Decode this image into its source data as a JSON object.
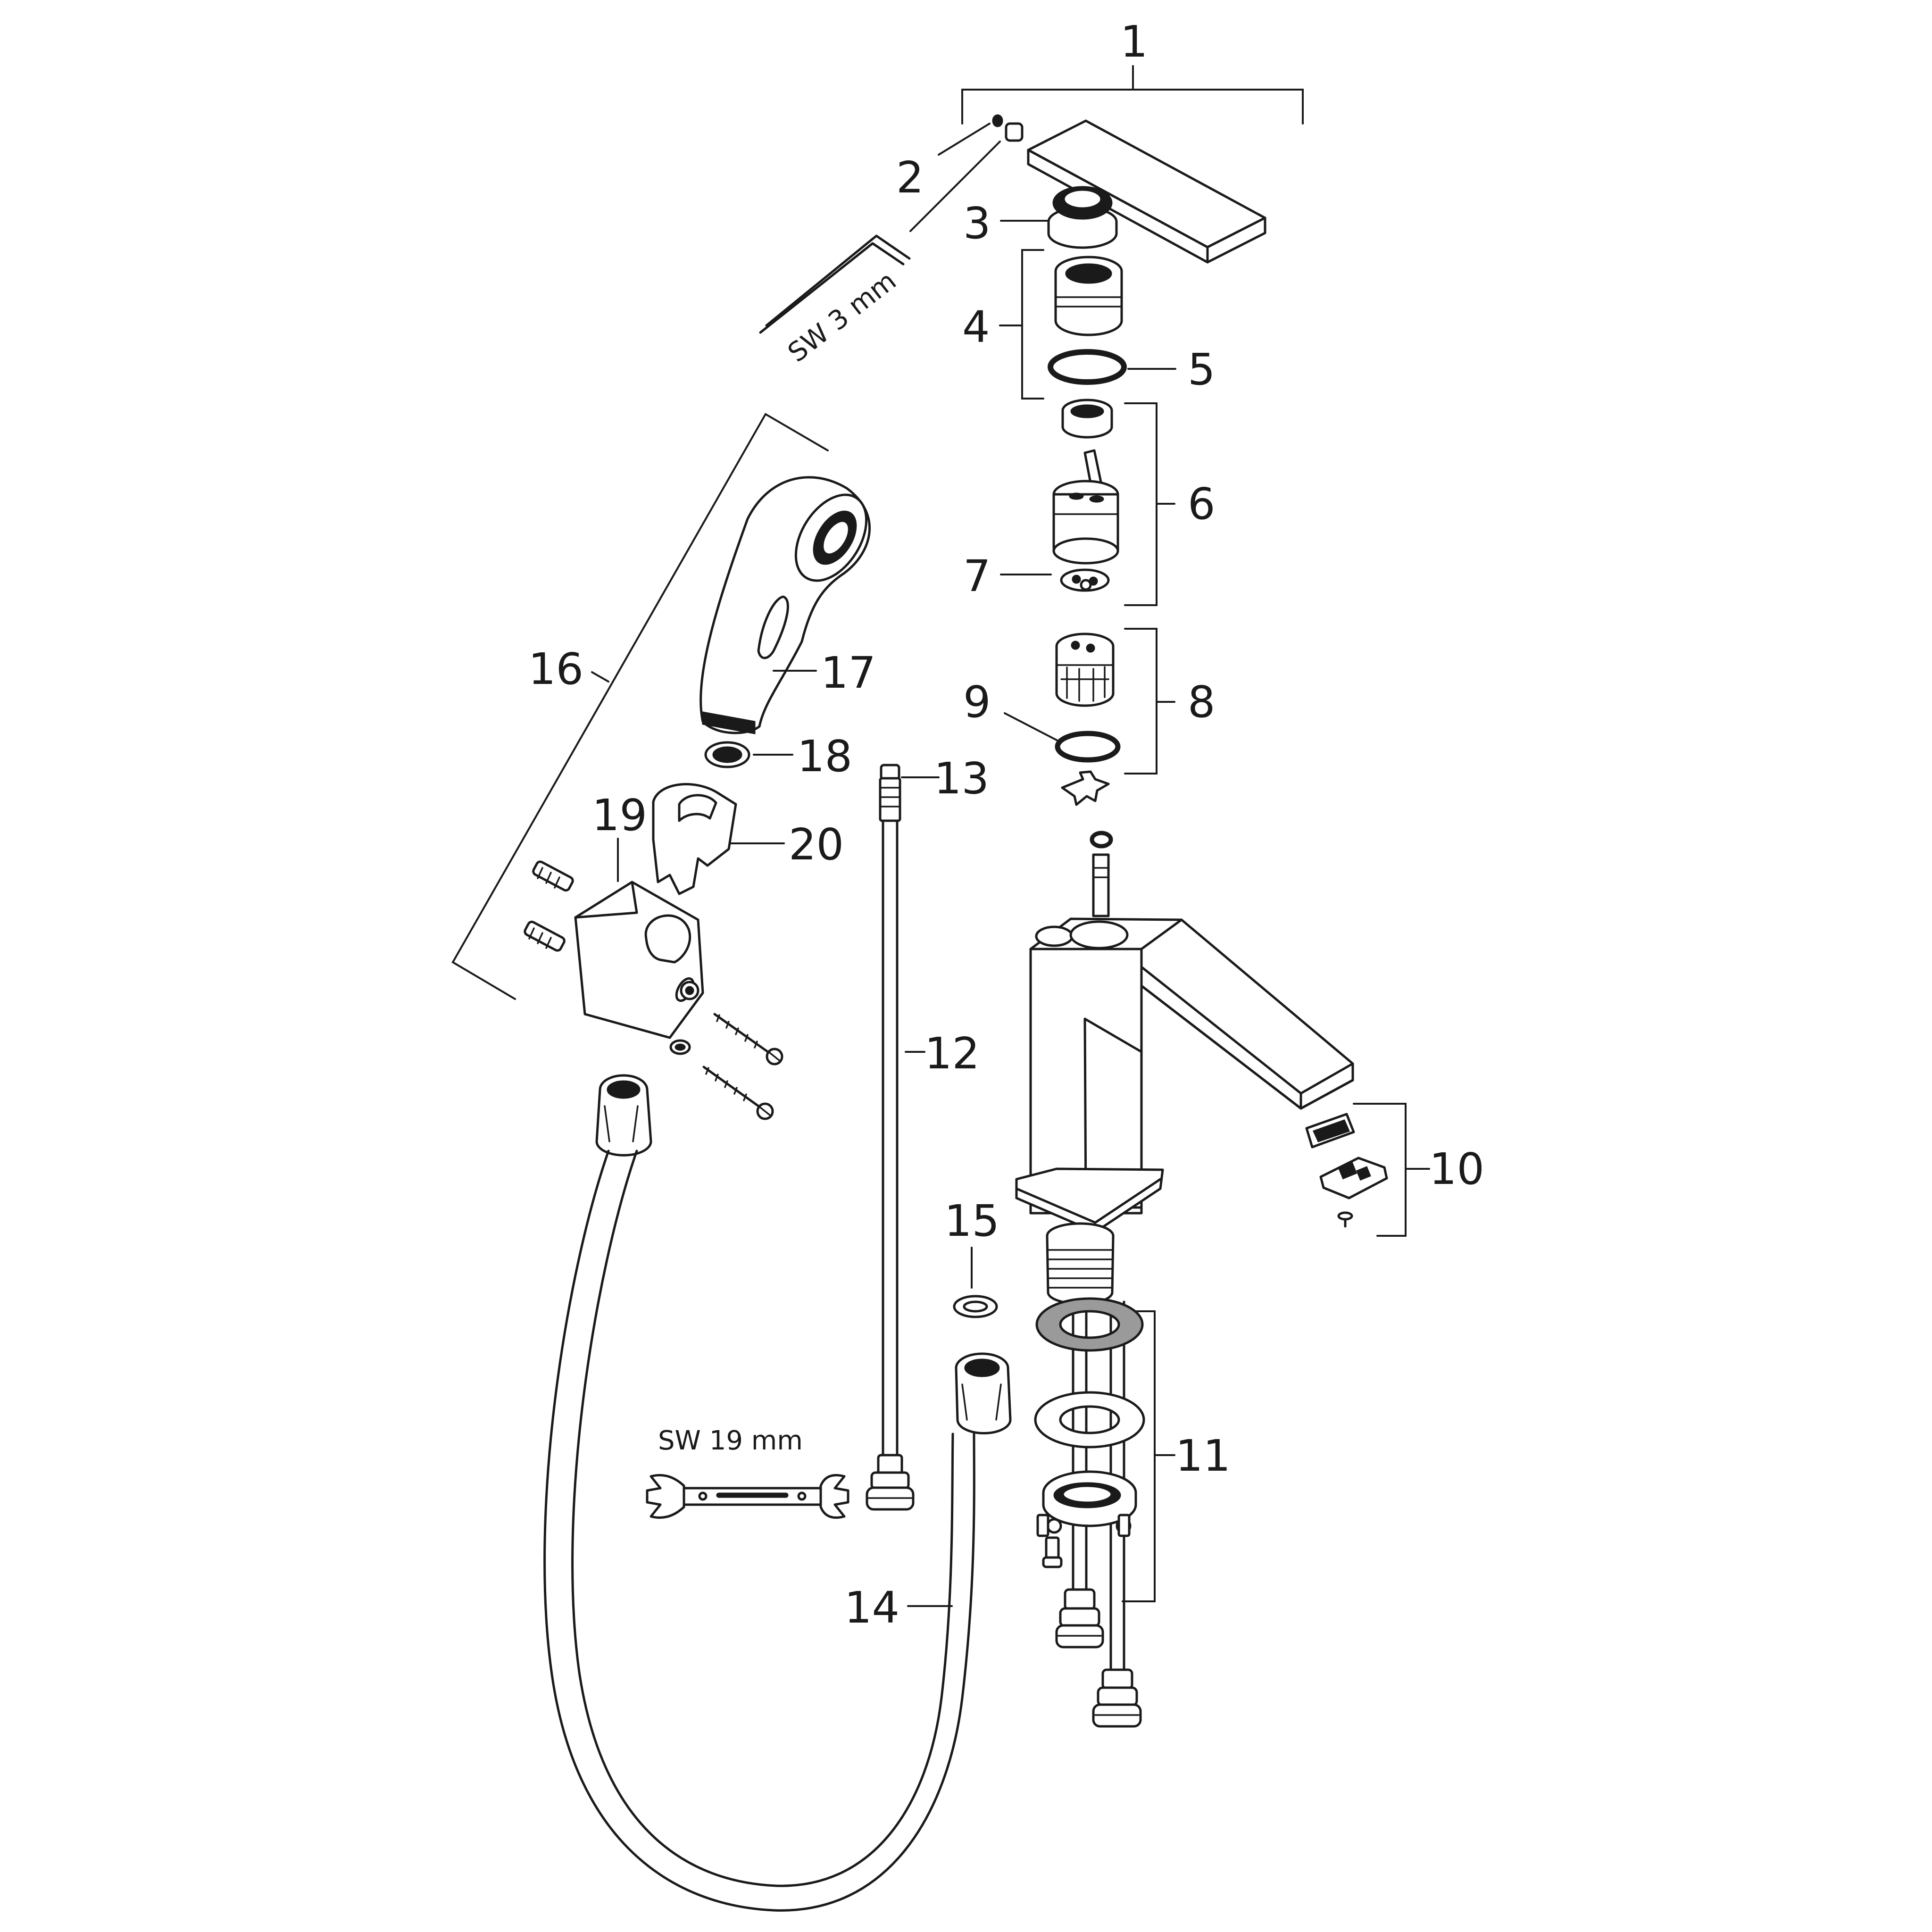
{
  "callouts": {
    "c1": "1",
    "c2": "2",
    "c3": "3",
    "c4": "4",
    "c5": "5",
    "c6": "6",
    "c7": "7",
    "c8": "8",
    "c9": "9",
    "c10": "10",
    "c11": "11",
    "c12": "12",
    "c13": "13",
    "c14": "14",
    "c15": "15",
    "c16": "16",
    "c17": "17",
    "c18": "18",
    "c19": "19",
    "c20": "20"
  },
  "tools": {
    "hex_key": "SW 3 mm",
    "wrench": "SW 19 mm"
  }
}
